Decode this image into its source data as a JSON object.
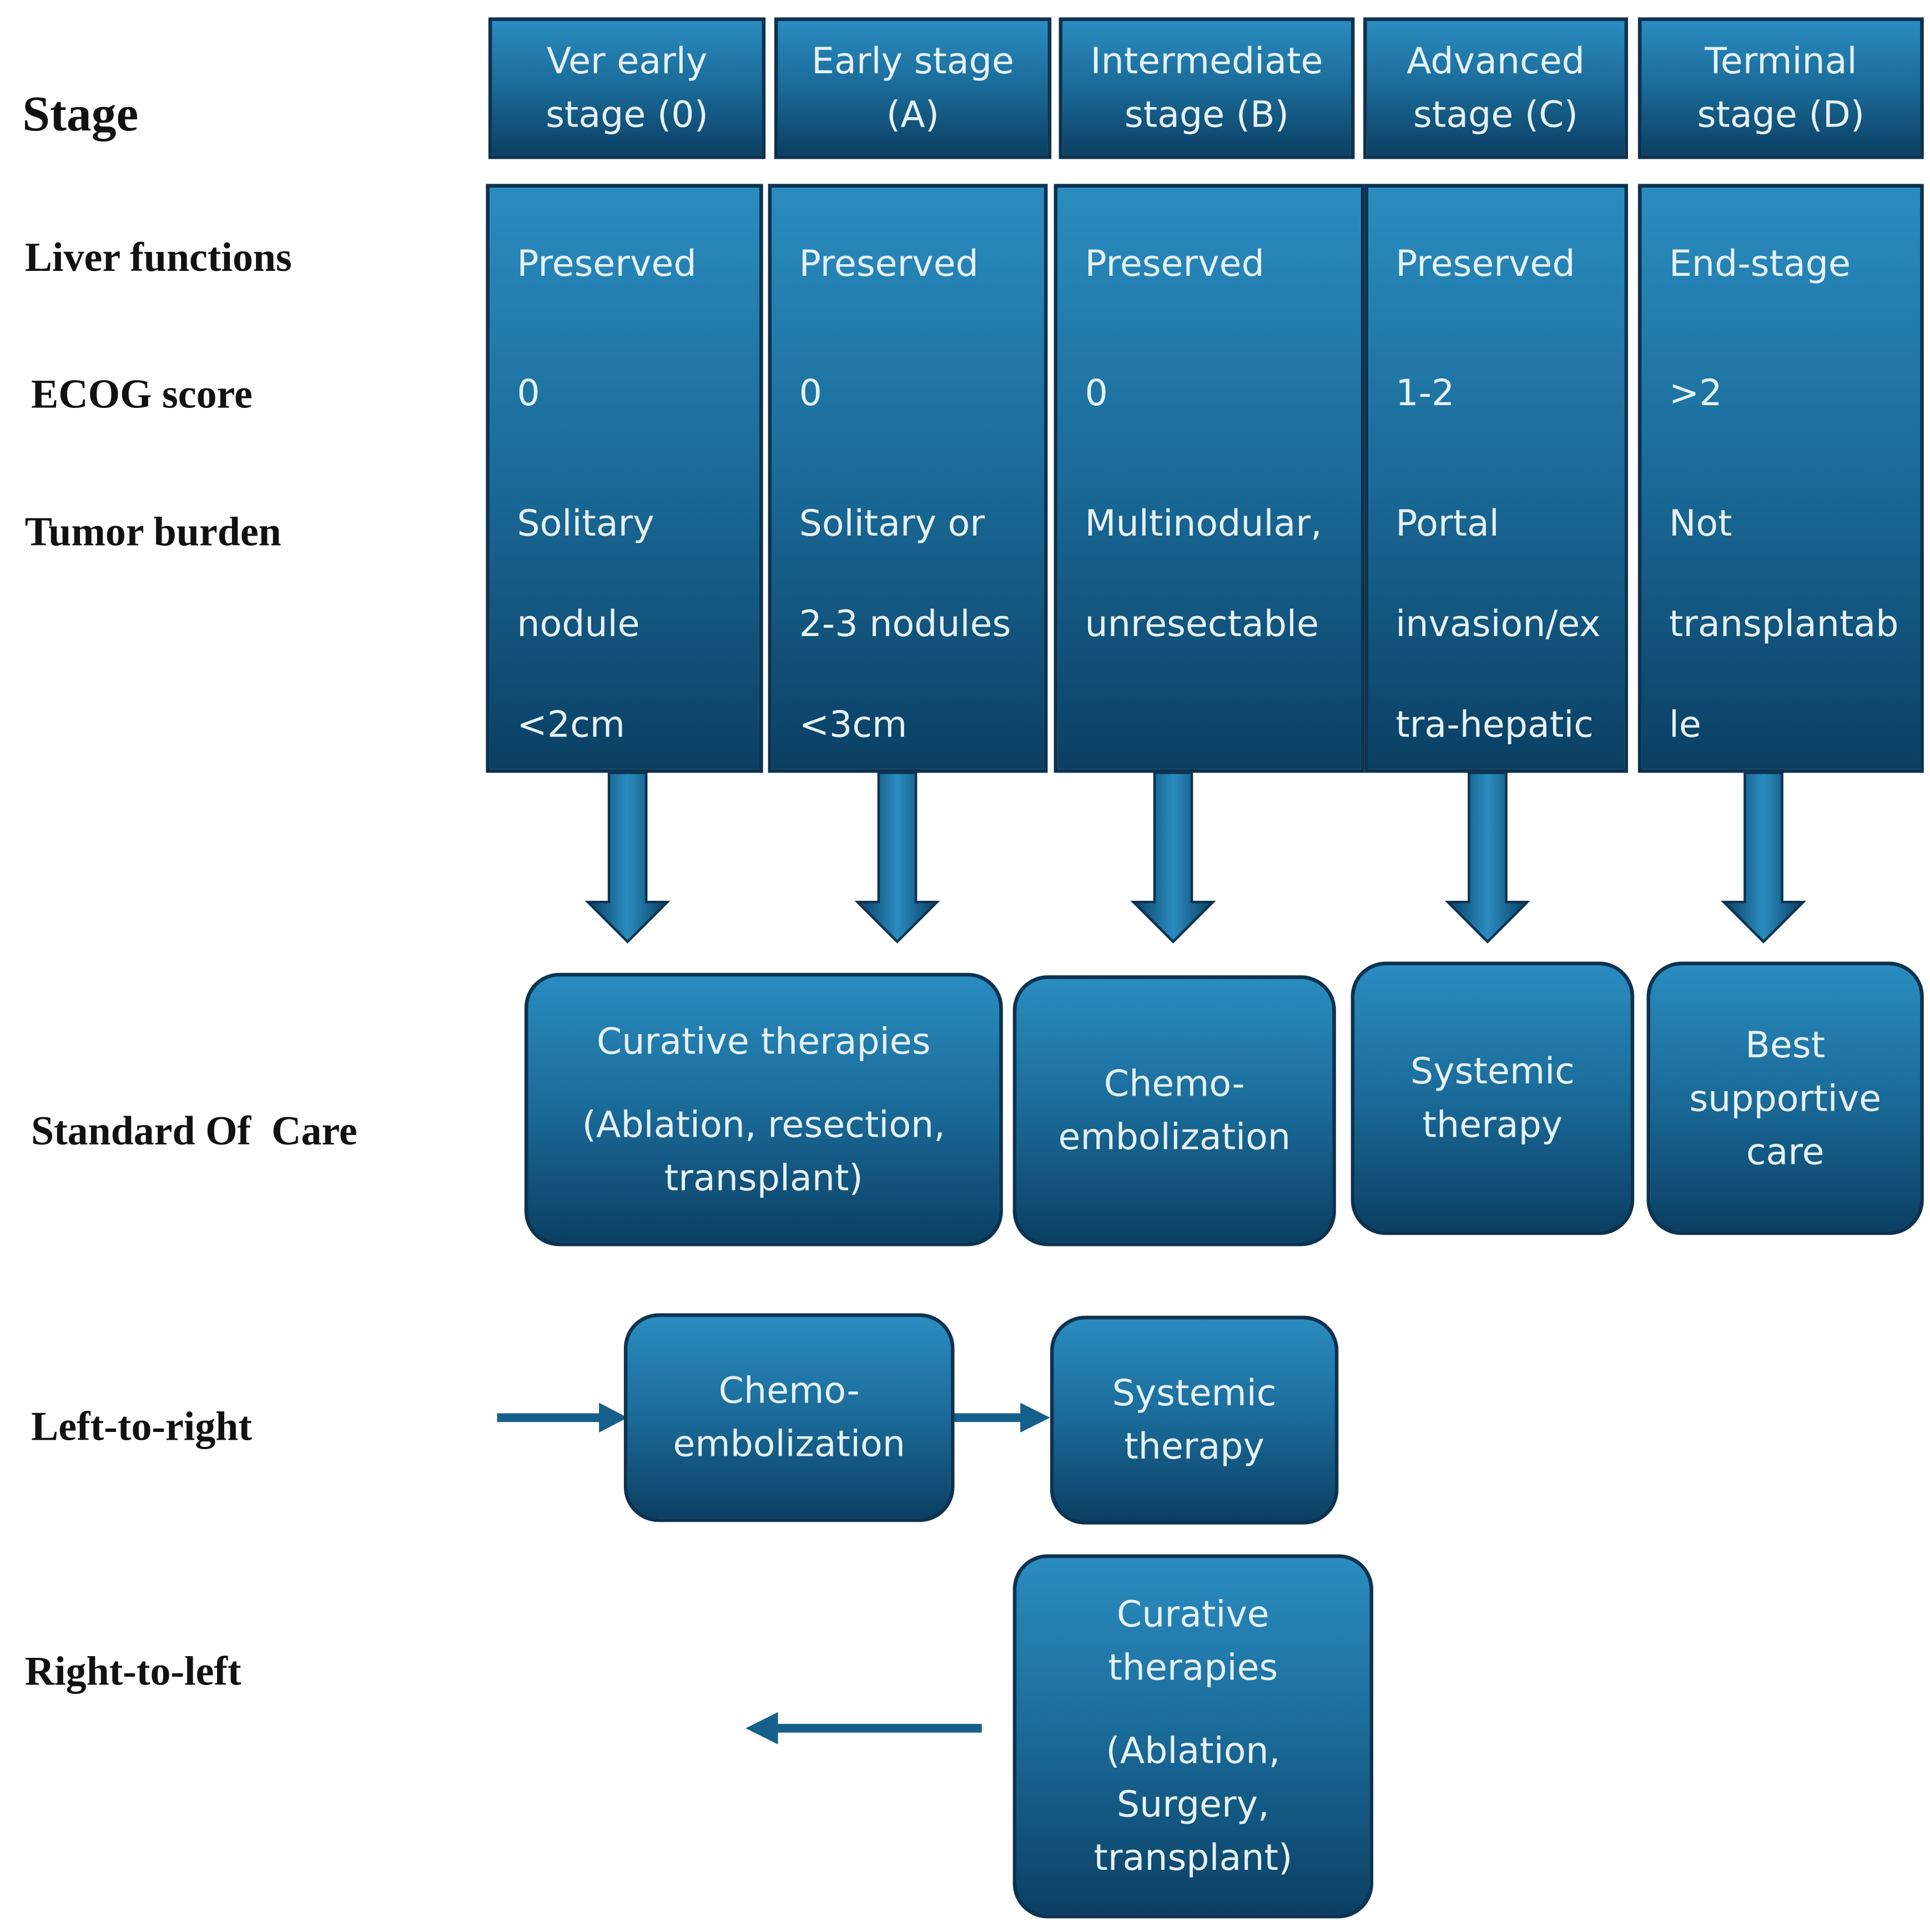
{
  "row_labels": {
    "stage": "Stage",
    "liver": "Liver functions",
    "ecog": "ECOG score",
    "tumor": "Tumor burden",
    "care": "Standard Of  Care",
    "ltr": "Left-to-right",
    "rtl": "Right-to-left"
  },
  "stages": [
    {
      "header": [
        "Ver early",
        "stage (0)"
      ],
      "liver": "Preserved",
      "ecog": "0",
      "tumor": [
        "Solitary",
        "nodule",
        "<2cm"
      ]
    },
    {
      "header": [
        "Early stage",
        "(A)"
      ],
      "liver": "Preserved",
      "ecog": "0",
      "tumor": [
        "Solitary or",
        "2-3 nodules",
        "<3cm"
      ]
    },
    {
      "header": [
        "Intermediate",
        "stage (B)"
      ],
      "liver": "Preserved",
      "ecog": "0",
      "tumor": [
        "Multinodular,",
        "unresectable"
      ]
    },
    {
      "header": [
        "Advanced",
        "stage (C)"
      ],
      "liver": "Preserved",
      "ecog": "1-2",
      "tumor": [
        "Portal",
        "invasion/ex",
        "tra-hepatic"
      ]
    },
    {
      "header": [
        "Terminal",
        "stage (D)"
      ],
      "liver": "End-stage",
      "ecog": ">2",
      "tumor": [
        "Not",
        "transplantab",
        "le"
      ]
    }
  ],
  "care": {
    "curative": {
      "title": "Curative therapies",
      "detail": [
        "(Ablation, resection,",
        "transplant)"
      ]
    },
    "chemo": [
      "Chemo-",
      "embolization"
    ],
    "systemic": [
      "Systemic",
      "therapy"
    ],
    "best": [
      "Best",
      "supportive",
      "care"
    ]
  },
  "left_to_right": {
    "chemo": [
      "Chemo-",
      "embolization"
    ],
    "systemic": [
      "Systemic",
      "therapy"
    ]
  },
  "right_to_left": {
    "curative_title": [
      "Curative",
      "therapies"
    ],
    "curative_detail": [
      "(Ablation,",
      "Surgery,",
      "transplant)"
    ]
  },
  "colors": {
    "box_top": "#2a8cc0",
    "box_bottom": "#0b3f63",
    "border": "#0c3350",
    "arrow": "#14608a",
    "text": "#e6f2fa"
  }
}
